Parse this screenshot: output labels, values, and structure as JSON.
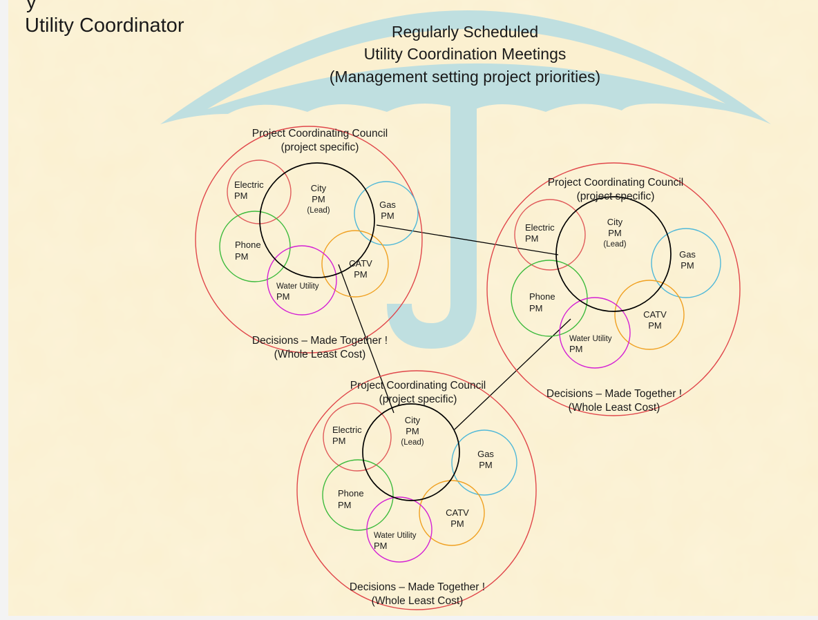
{
  "slide": {
    "title_partial": "y",
    "title": "Utility Coordinator",
    "umbrella_lines": [
      "Regularly Scheduled",
      "Utility Coordination Meetings",
      "(Management setting project priorities)"
    ]
  },
  "council_label": [
    "Project Coordinating Council",
    "(project specific)"
  ],
  "decision_label": [
    "Decisions – Made Together !",
    "(Whole Least Cost)"
  ],
  "members": {
    "electric": [
      "Electric",
      "PM"
    ],
    "city": [
      "City",
      "PM",
      "(Lead)"
    ],
    "gas": [
      "Gas",
      "PM"
    ],
    "phone": [
      "Phone",
      "PM"
    ],
    "catv": [
      "CATV",
      "PM"
    ],
    "water": [
      "Water Utility",
      "PM"
    ]
  },
  "colors": {
    "background": "#fbf0d0",
    "umbrella": "#bfdfe0",
    "council_ring": "#e0464a",
    "electric": "#e05a5a",
    "city": "#000000",
    "gas": "#4fb8d8",
    "gas_text": "#1a1ad0",
    "phone": "#3cba3c",
    "catv": "#f0a020",
    "water": "#d420d4"
  }
}
